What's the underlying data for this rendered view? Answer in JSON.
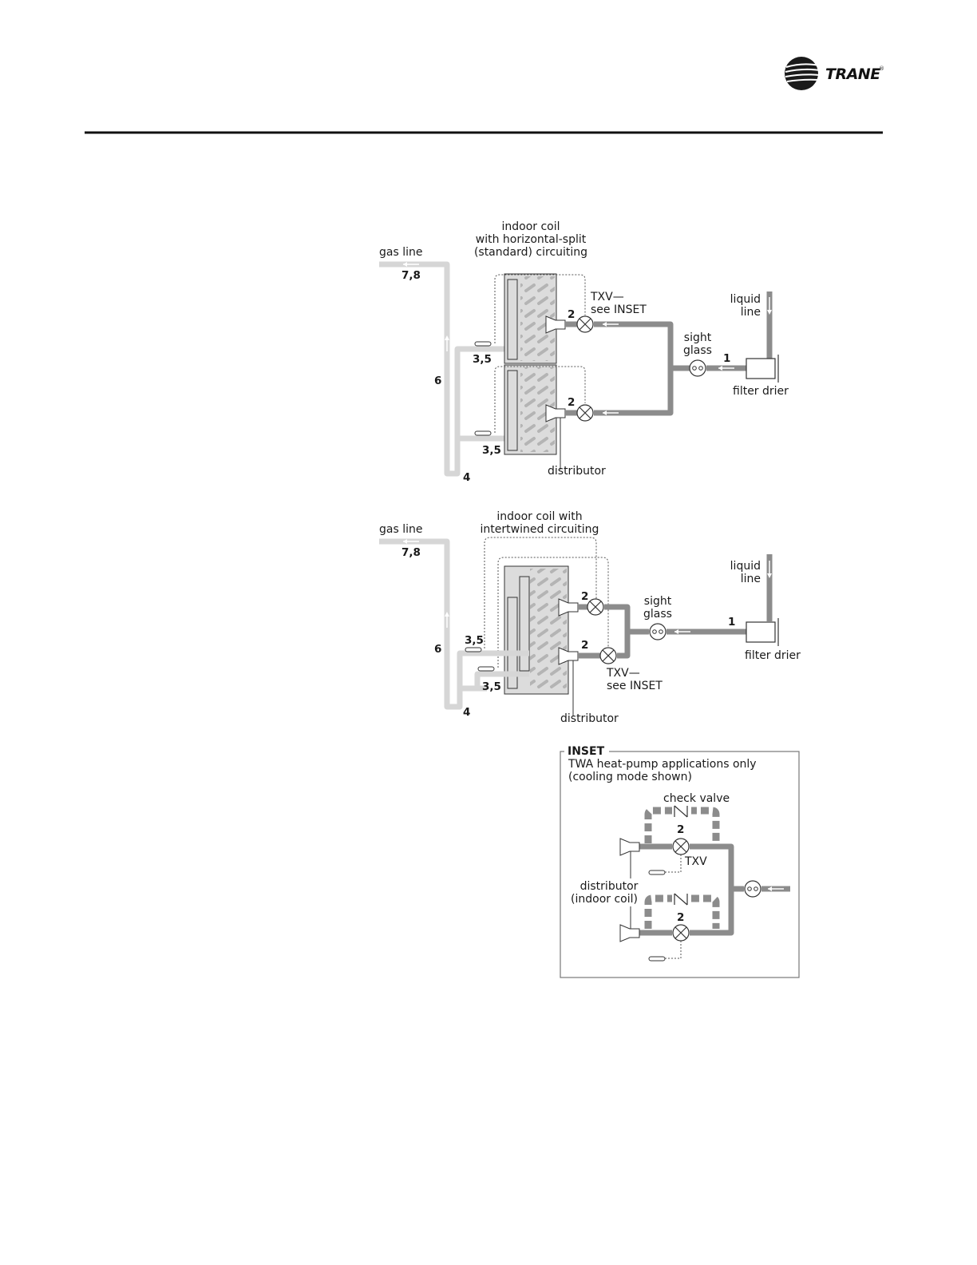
{
  "header": {
    "brand": "TRANE",
    "brand_mark": "®",
    "logo_icon": "trane-swoosh-logo-icon"
  },
  "diagram_top": {
    "coil_label": [
      "indoor coil",
      "with horizontal-split",
      "(standard) circuiting"
    ],
    "gas_line": "gas line",
    "liquid_line": [
      "liquid",
      "line"
    ],
    "txv_label": [
      "TXV—",
      "see INSET"
    ],
    "sight_glass": [
      "sight",
      "glass"
    ],
    "filter_drier": "filter drier",
    "distributor": "distributor",
    "nums": {
      "n78": "7,8",
      "n6": "6",
      "n4": "4",
      "n35a": "3,5",
      "n35b": "3,5",
      "n2a": "2",
      "n2b": "2",
      "n1": "1"
    }
  },
  "diagram_bottom": {
    "coil_label": [
      "indoor coil with",
      "intertwined circuiting"
    ],
    "gas_line": "gas line",
    "liquid_line": [
      "liquid",
      "line"
    ],
    "txv_label": [
      "TXV—",
      "see INSET"
    ],
    "sight_glass": [
      "sight",
      "glass"
    ],
    "filter_drier": "filter drier",
    "distributor": "distributor",
    "nums": {
      "n78": "7,8",
      "n6": "6",
      "n4": "4",
      "n35a": "3,5",
      "n35b": "3,5",
      "n2a": "2",
      "n2b": "2",
      "n1": "1"
    }
  },
  "inset": {
    "title": "INSET",
    "subtitle": [
      "TWA heat-pump applications only",
      "(cooling mode shown)"
    ],
    "check_valve": "check valve",
    "txv": "TXV",
    "distributor": [
      "distributor",
      "(indoor coil)"
    ],
    "nums": {
      "n2a": "2",
      "n2b": "2"
    }
  }
}
